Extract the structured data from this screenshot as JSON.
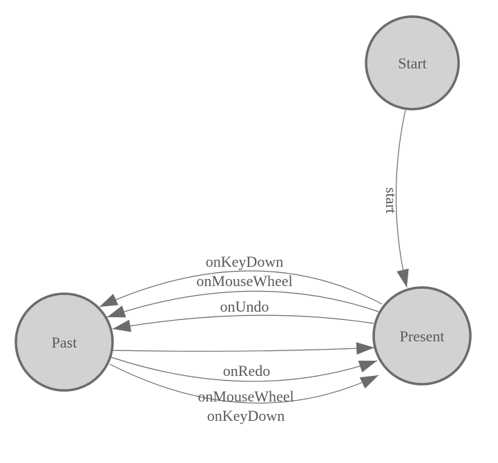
{
  "colors": {
    "background": "#ffffff",
    "node_fill": "#d2d2d2",
    "node_stroke": "#6b6b6b",
    "edge": "#6b6b6b",
    "text": "#595959"
  },
  "nodes": [
    {
      "id": "start",
      "label": "Start"
    },
    {
      "id": "present",
      "label": "Present"
    },
    {
      "id": "past",
      "label": "Past"
    }
  ],
  "edges": [
    {
      "from": "Start",
      "to": "Present",
      "label": "start"
    },
    {
      "from": "Present",
      "to": "Past",
      "label": "onKeyDown"
    },
    {
      "from": "Present",
      "to": "Past",
      "label": "onMouseWheel"
    },
    {
      "from": "Present",
      "to": "Past",
      "label": "onUndo"
    },
    {
      "from": "Past",
      "to": "Present",
      "label": "onRedo"
    },
    {
      "from": "Past",
      "to": "Present",
      "label": "onMouseWheel"
    },
    {
      "from": "Past",
      "to": "Present",
      "label": "onKeyDown"
    }
  ]
}
